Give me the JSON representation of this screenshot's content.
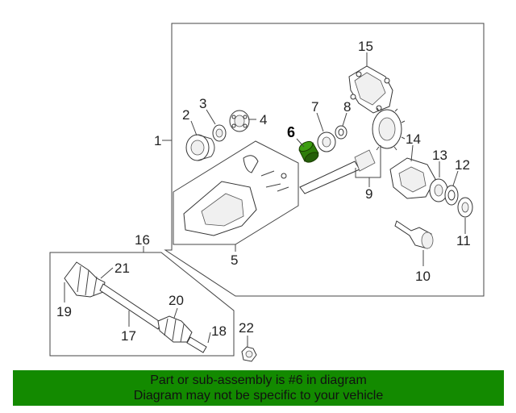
{
  "callouts": {
    "c1": "1",
    "c2": "2",
    "c3": "3",
    "c4": "4",
    "c5": "5",
    "c6": "6",
    "c7": "7",
    "c8": "8",
    "c9": "9",
    "c10": "10",
    "c11": "11",
    "c12": "12",
    "c13": "13",
    "c14": "14",
    "c15": "15",
    "c16": "16",
    "c17": "17",
    "c18": "18",
    "c19": "19",
    "c20": "20",
    "c21": "21",
    "c22": "22"
  },
  "highlighted_part": "6",
  "colors": {
    "banner_bg": "#138a00",
    "highlight_part": "#2e7d0a",
    "line": "#444444"
  },
  "banner": {
    "line1": "Part or sub-assembly is #6 in diagram",
    "line2": "Diagram may not be specific to your vehicle"
  }
}
